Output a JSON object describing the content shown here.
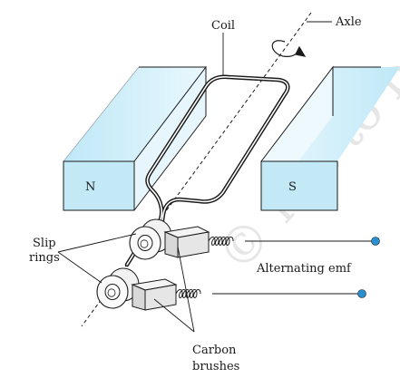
{
  "labels": {
    "coil": "Coil",
    "axle": "Axle",
    "north": "N",
    "south": "S",
    "slip_rings": [
      "Slip",
      "rings"
    ],
    "alternating_emf": "Alternating emf",
    "carbon_brushes": [
      "Carbon",
      "brushes"
    ]
  },
  "watermark": "© not to be republished",
  "colors": {
    "magnet_face": "#c9ecf8",
    "magnet_side": "#e4f6fc",
    "terminal": "#2a8fd0",
    "line": "#1a1a1a",
    "brush_fill": "#e8e8e8"
  }
}
